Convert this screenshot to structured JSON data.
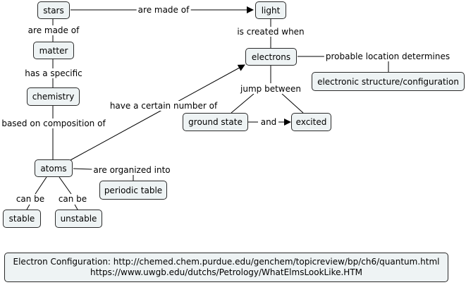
{
  "nodes": {
    "stars": "stars",
    "light": "light",
    "matter": "matter",
    "chemistry": "chemistry",
    "electrons": "electrons",
    "electronic_structure": "electronic structure/configuration",
    "ground_state": "ground state",
    "excited": "excited",
    "atoms": "atoms",
    "periodic_table": "periodic table",
    "stable": "stable",
    "unstable": "unstable"
  },
  "links": {
    "stars_light": "are made of",
    "stars_matter": "are made of",
    "matter_chemistry": "has a specific",
    "chemistry_atoms": "based on composition of",
    "atoms_electrons": "have a certain number of",
    "light_electrons": "is created when",
    "electrons_structure": "probable location determines",
    "electrons_jump": "jump between",
    "ground_excited": "and",
    "atoms_periodic": "are organized into",
    "atoms_stable": "can be",
    "atoms_unstable": "can be"
  },
  "footer": {
    "line1": "Electron Configuration: http://chemed.chem.purdue.edu/genchem/topicreview/bp/ch6/quantum.html",
    "line2": "https://www.uwgb.edu/dutchs/Petrology/WhatElmsLookLike.HTM"
  }
}
